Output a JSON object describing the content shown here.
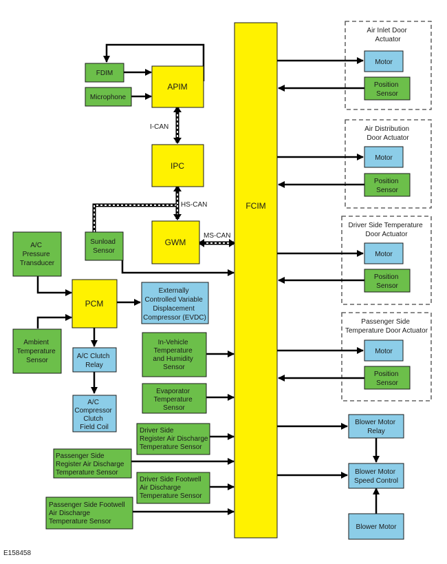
{
  "figure_id": "E158458",
  "modules": {
    "fcim": "FCIM",
    "apim": "APIM",
    "ipc": "IPC",
    "gwm": "GWM",
    "pcm": "PCM"
  },
  "buses": {
    "ican": "I-CAN",
    "hscan": "HS-CAN",
    "mscan": "MS-CAN"
  },
  "inputs": {
    "fdim": "FDIM",
    "microphone": "Microphone",
    "ac_pressure": [
      "A/C",
      "Pressure",
      "Transducer"
    ],
    "ambient_temp": [
      "Ambient",
      "Temperature",
      "Sensor"
    ],
    "sunload": [
      "Sunload",
      "Sensor"
    ],
    "in_vehicle": [
      "In-Vehicle",
      "Temperature",
      "and Humidity",
      "Sensor"
    ],
    "evaporator": [
      "Evaporator",
      "Temperature",
      "Sensor"
    ],
    "driver_register": [
      "Driver Side",
      "Register Air Discharge",
      "Temperature Sensor"
    ],
    "passenger_register": [
      "Passenger Side",
      "Register Air Discharge",
      "Temperature Sensor"
    ],
    "driver_footwell": [
      "Driver Side Footwell",
      "Air Discharge",
      "Temperature Sensor"
    ],
    "passenger_footwell": [
      "Passenger Side Footwell",
      "Air Discharge",
      "Temperature Sensor"
    ]
  },
  "outputs": {
    "evdc": [
      "Externally",
      "Controlled Variable",
      "Displacement",
      "Compressor (EVDC)"
    ],
    "ac_clutch_relay": [
      "A/C Clutch",
      "Relay"
    ],
    "ac_clutch_coil": [
      "A/C",
      "Compressor",
      "Clutch",
      "Field Coil"
    ],
    "blower_relay": [
      "Blower Motor",
      "Relay"
    ],
    "blower_speed": [
      "Blower Motor",
      "Speed Control"
    ],
    "blower_motor": "Blower Motor"
  },
  "actuators": [
    {
      "title": [
        "Air Inlet Door",
        "Actuator"
      ],
      "motor": "Motor",
      "sensor": [
        "Position",
        "Sensor"
      ]
    },
    {
      "title": [
        "Air Distribution",
        "Door Actuator"
      ],
      "motor": "Motor",
      "sensor": [
        "Position",
        "Sensor"
      ]
    },
    {
      "title": [
        "Driver Side Temperature",
        "Door Actuator"
      ],
      "motor": "Motor",
      "sensor": [
        "Position",
        "Sensor"
      ]
    },
    {
      "title": [
        "Passenger Side",
        "Temperature Door Actuator"
      ],
      "motor": "Motor",
      "sensor": [
        "Position",
        "Sensor"
      ]
    }
  ],
  "colors": {
    "module": "#fff200",
    "sensor": "#6cbf4a",
    "output": "#8ccde8"
  }
}
